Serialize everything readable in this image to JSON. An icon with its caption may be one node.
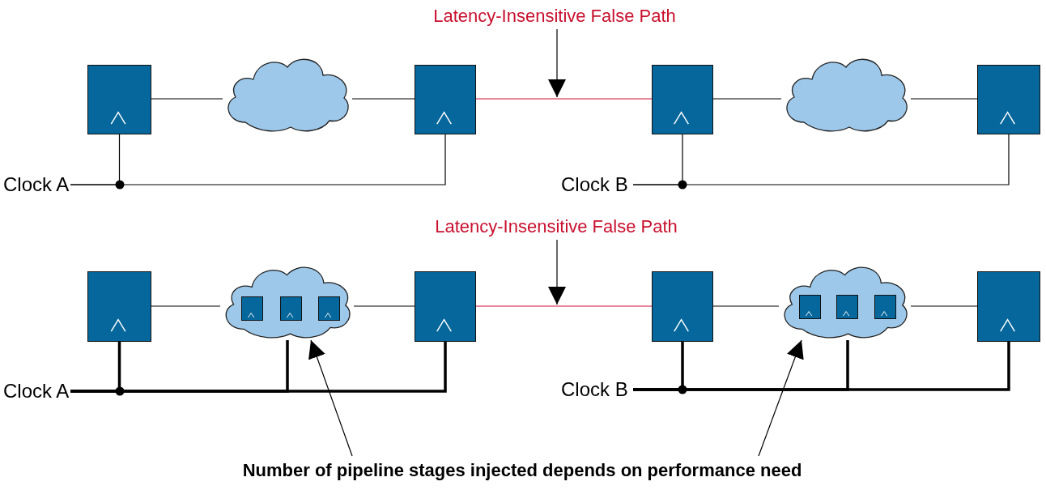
{
  "diagram": {
    "nodes": [
      {
        "text": [
          "Latency-Insensitive False Path"
        ]
      },
      {
        "text": [],
        "shape": "box"
      },
      {
        "text": [],
        "shape": "cloud"
      },
      {
        "text": [],
        "shape": "box"
      },
      {
        "text": [],
        "shape": "box"
      },
      {
        "text": [],
        "shape": "cloud"
      },
      {
        "text": [],
        "shape": "box"
      },
      {
        "text": [
          "Clock A"
        ]
      },
      {
        "text": [
          "Clock B"
        ]
      },
      {
        "text": [
          "Latency-Insensitive False Path"
        ]
      },
      {
        "text": [],
        "shape": "box"
      },
      {
        "text": [],
        "shape": "cloud"
      },
      {
        "text": [],
        "shape": "box",
        "in": 11
      },
      {
        "text": [],
        "shape": "box",
        "in": 11
      },
      {
        "text": [],
        "shape": "box",
        "in": 11
      },
      {
        "text": [],
        "shape": "box"
      },
      {
        "text": [],
        "shape": "box"
      },
      {
        "text": [],
        "shape": "cloud"
      },
      {
        "text": [],
        "shape": "box",
        "in": 17
      },
      {
        "text": [],
        "shape": "box",
        "in": 17
      },
      {
        "text": [],
        "shape": "box",
        "in": 17
      },
      {
        "text": [],
        "shape": "box"
      },
      {
        "text": [
          "Clock A"
        ]
      },
      {
        "text": [
          "Clock B"
        ]
      },
      {
        "text": [
          "Number of pipeline stages injected depends on performance need"
        ]
      }
    ],
    "edges": [
      {
        "from": 1,
        "to": 2,
        "arrow": "none"
      },
      {
        "from": 2,
        "to": 3,
        "arrow": "none"
      },
      {
        "from": 3,
        "to": 4,
        "arrow": "none",
        "color": "#d0103a"
      },
      {
        "from": 4,
        "to": 5,
        "arrow": "none"
      },
      {
        "from": 5,
        "to": 6,
        "arrow": "none"
      },
      {
        "from": 7,
        "to": 1,
        "arrow": "none"
      },
      {
        "from": 7,
        "to": 3,
        "arrow": "none"
      },
      {
        "from": 8,
        "to": 4,
        "arrow": "none"
      },
      {
        "from": 8,
        "to": 6,
        "arrow": "none"
      },
      {
        "from": 0,
        "to": null,
        "arrow": "to"
      },
      {
        "from": 10,
        "to": 11,
        "arrow": "none"
      },
      {
        "from": 11,
        "to": 15,
        "arrow": "none"
      },
      {
        "from": 15,
        "to": 16,
        "arrow": "none",
        "color": "#d0103a"
      },
      {
        "from": 16,
        "to": 17,
        "arrow": "none"
      },
      {
        "from": 17,
        "to": 21,
        "arrow": "none"
      },
      {
        "from": 22,
        "to": 10,
        "arrow": "none",
        "style": "thick"
      },
      {
        "from": 22,
        "to": 11,
        "arrow": "none",
        "style": "thick"
      },
      {
        "from": 22,
        "to": 15,
        "arrow": "none",
        "style": "thick"
      },
      {
        "from": 23,
        "to": 16,
        "arrow": "none",
        "style": "thick"
      },
      {
        "from": 23,
        "to": 17,
        "arrow": "none",
        "style": "thick"
      },
      {
        "from": 23,
        "to": 21,
        "arrow": "none",
        "style": "thick"
      },
      {
        "from": 9,
        "to": null,
        "arrow": "to"
      },
      {
        "from": 24,
        "to": 11,
        "arrow": "to"
      },
      {
        "from": 24,
        "to": 17,
        "arrow": "to"
      }
    ]
  }
}
